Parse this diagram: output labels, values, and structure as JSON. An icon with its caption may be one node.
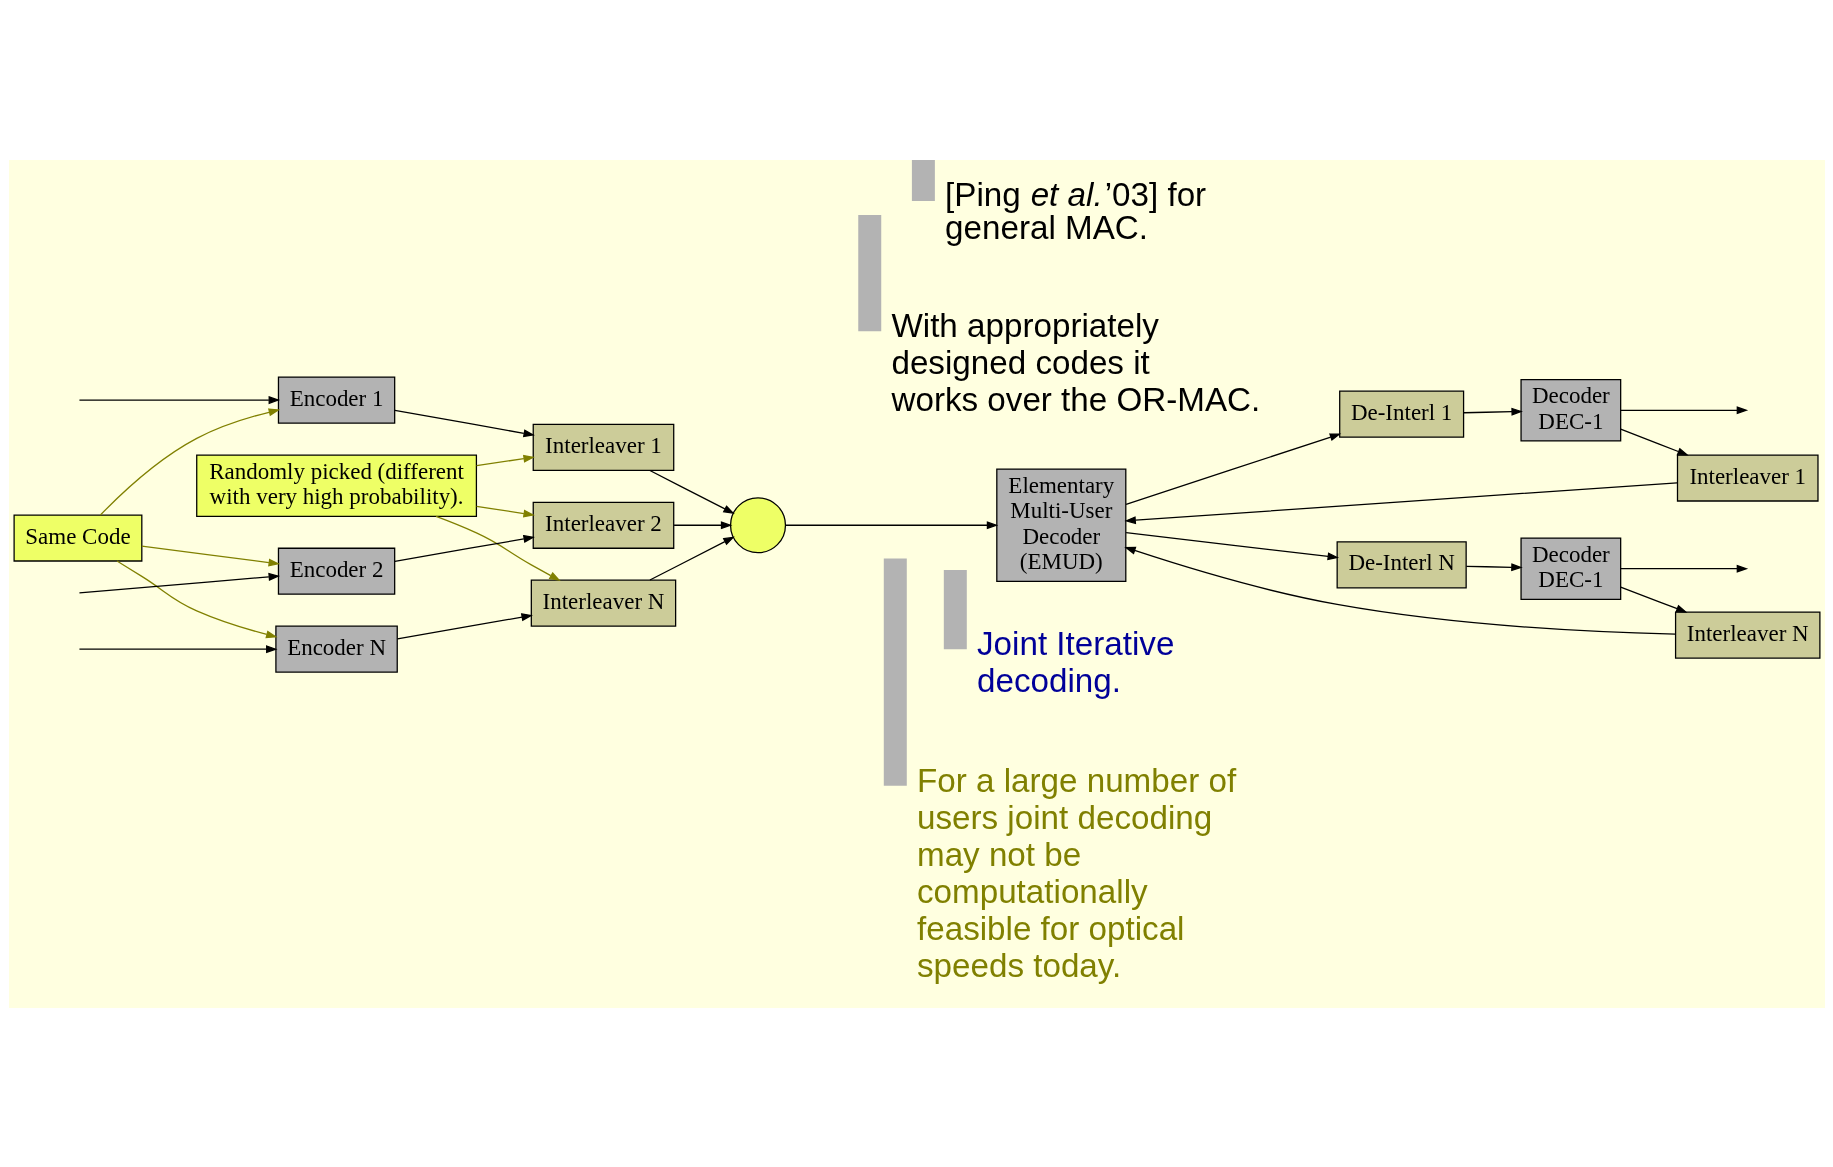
{
  "diagram": {
    "nodes": [
      {
        "text": [
          "Same Code"
        ]
      },
      {
        "text": [
          "Randomly picked (different with very high probability)."
        ]
      },
      {
        "text": [
          "Encoder 1"
        ]
      },
      {
        "text": [
          "Encoder 2"
        ]
      },
      {
        "text": [
          "Encoder N"
        ]
      },
      {
        "text": [
          "Interleaver 1"
        ]
      },
      {
        "text": [
          "Interleaver 2"
        ]
      },
      {
        "text": [
          "Interleaver N"
        ]
      },
      {
        "text": [],
        "shape": "circle"
      },
      {
        "text": [
          "Elementary Multi-User Decoder (EMUD)"
        ]
      },
      {
        "text": [
          "Decoder DEC-1"
        ]
      },
      {
        "text": [
          "De-Interl 1"
        ]
      },
      {
        "text": [
          "Interleaver 1"
        ]
      },
      {
        "text": [
          "Decoder DEC-1"
        ]
      },
      {
        "text": [
          "De-Interl N"
        ]
      },
      {
        "text": [
          "Interleaver N"
        ]
      }
    ],
    "edges": [
      {
        "from": null,
        "to": 2,
        "arrow": "to"
      },
      {
        "from": null,
        "to": 3,
        "arrow": "to"
      },
      {
        "from": null,
        "to": 4,
        "arrow": "to"
      },
      {
        "from": 0,
        "to": 2,
        "arrow": "to",
        "color": "#808000"
      },
      {
        "from": 0,
        "to": 3,
        "arrow": "to",
        "color": "#808000"
      },
      {
        "from": 0,
        "to": 4,
        "arrow": "to",
        "color": "#808000"
      },
      {
        "from": 1,
        "to": 5,
        "arrow": "to",
        "color": "#808000"
      },
      {
        "from": 1,
        "to": 6,
        "arrow": "to",
        "color": "#808000"
      },
      {
        "from": 1,
        "to": 7,
        "arrow": "to",
        "color": "#808000"
      },
      {
        "from": 2,
        "to": 5,
        "arrow": "to"
      },
      {
        "from": 3,
        "to": 6,
        "arrow": "to"
      },
      {
        "from": 4,
        "to": 7,
        "arrow": "to"
      },
      {
        "from": 5,
        "to": 8,
        "arrow": "to"
      },
      {
        "from": 6,
        "to": 8,
        "arrow": "to"
      },
      {
        "from": 7,
        "to": 8,
        "arrow": "to"
      },
      {
        "from": 8,
        "to": 9,
        "arrow": "to"
      },
      {
        "from": 9,
        "to": 11,
        "arrow": "to"
      },
      {
        "from": 11,
        "to": 10,
        "arrow": "to"
      },
      {
        "from": 10,
        "to": 12,
        "arrow": "to"
      },
      {
        "from": 12,
        "to": 9,
        "arrow": "to"
      },
      {
        "from": 9,
        "to": 14,
        "arrow": "to"
      },
      {
        "from": 14,
        "to": 13,
        "arrow": "to"
      },
      {
        "from": 13,
        "to": 15,
        "arrow": "to"
      },
      {
        "from": 15,
        "to": 9,
        "arrow": "to"
      },
      {
        "from": 10,
        "to": null,
        "arrow": "to"
      },
      {
        "from": 13,
        "to": null,
        "arrow": "to"
      }
    ],
    "labels": [
      "[Ping *et al.*’03] for general MAC.",
      "With appropriately designed codes it works over the OR-MAC.",
      "Joint Iterative decoding.",
      "For a large number of users joint decoding may not be computationally feasible for optical speeds today."
    ]
  }
}
